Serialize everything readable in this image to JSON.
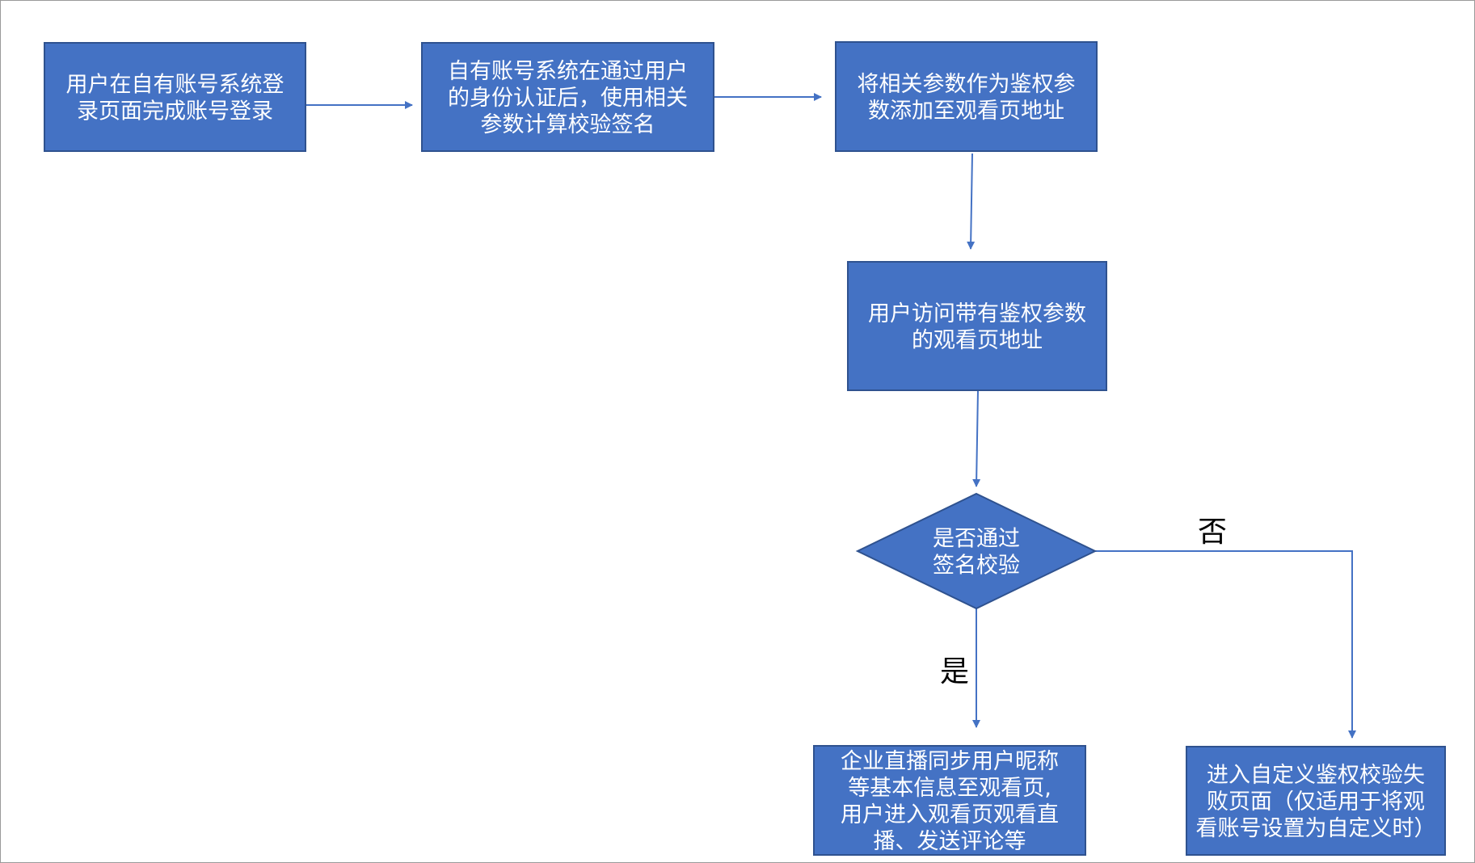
{
  "nodes": [
    {
      "id": "step1-login",
      "shape": "rect",
      "lines": [
        "用户在自有账号系统登",
        "录页面完成账号登录"
      ]
    },
    {
      "id": "step2-sign",
      "shape": "rect",
      "lines": [
        "自有账号系统在通过用户",
        "的身份认证后，使用相关",
        "参数计算校验签名"
      ]
    },
    {
      "id": "step3-params",
      "shape": "rect",
      "lines": [
        "将相关参数作为鉴权参",
        "数添加至观看页地址"
      ]
    },
    {
      "id": "step4-visit",
      "shape": "rect",
      "lines": [
        "用户访问带有鉴权参数",
        "的观看页地址"
      ]
    },
    {
      "id": "decision-verify",
      "shape": "diamond",
      "lines": [
        "是否通过",
        "签名校验"
      ]
    },
    {
      "id": "result-success",
      "shape": "rect",
      "lines": [
        "企业直播同步用户昵称",
        "等基本信息至观看页,",
        "用户进入观看页观看直",
        "播、发送评论等"
      ]
    },
    {
      "id": "result-fail",
      "shape": "rect",
      "lines": [
        "进入自定义鉴权校验失",
        "败页面（仅适用于将观",
        "看账号设置为自定义时）"
      ]
    }
  ],
  "edges": [
    {
      "from": "step1-login",
      "to": "step2-sign",
      "label": ""
    },
    {
      "from": "step2-sign",
      "to": "step3-params",
      "label": ""
    },
    {
      "from": "step3-params",
      "to": "step4-visit",
      "label": ""
    },
    {
      "from": "step4-visit",
      "to": "decision-verify",
      "label": ""
    },
    {
      "from": "decision-verify",
      "to": "result-success",
      "label": "是"
    },
    {
      "from": "decision-verify",
      "to": "result-fail",
      "label": "否"
    }
  ],
  "colors": {
    "node_fill": "#4472c4",
    "node_stroke": "#2f528f",
    "edge": "#4472c4",
    "node_text": "#ffffff",
    "label_text": "#000000",
    "frame": "#9a9a9a"
  }
}
